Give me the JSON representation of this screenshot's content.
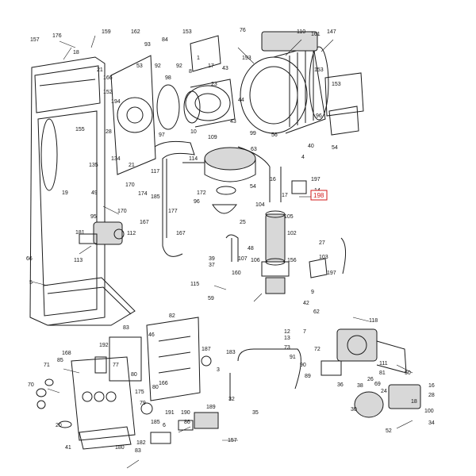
{
  "diagram": {
    "highlight": {
      "label": "198",
      "color": "#d21b1b"
    },
    "callouts": [
      "157",
      "176",
      "18",
      "159",
      "162",
      "93",
      "84",
      "153",
      "76",
      "110",
      "161",
      "147",
      "53",
      "92",
      "92",
      "1",
      "166",
      "193",
      "152",
      "21",
      "43",
      "194",
      "98",
      "8",
      "23",
      "17",
      "99",
      "44",
      "43",
      "153",
      "28",
      "155",
      "97",
      "10",
      "109",
      "56",
      "40",
      "54",
      "135",
      "134",
      "21",
      "117",
      "114",
      "63",
      "4",
      "197",
      "198",
      "16",
      "14",
      "17",
      "49",
      "170",
      "174",
      "185",
      "172",
      "54",
      "104",
      "105",
      "95",
      "170",
      "167",
      "96",
      "177",
      "25",
      "19",
      "181",
      "112",
      "167",
      "102",
      "27",
      "113",
      "48",
      "39",
      "59",
      "156",
      "103",
      "66",
      "5",
      "115",
      "160",
      "37",
      "118",
      "82",
      "46",
      "83",
      "168",
      "192",
      "80",
      "77",
      "187",
      "183",
      "85",
      "70",
      "71",
      "175",
      "79",
      "80",
      "166",
      "191",
      "190",
      "189",
      "86",
      "6",
      "20",
      "182",
      "185",
      "157",
      "41",
      "83",
      "180",
      "3",
      "32",
      "35",
      "30",
      "52",
      "34",
      "100",
      "18",
      "73",
      "12",
      "7",
      "13",
      "91",
      "90",
      "89",
      "81",
      "36",
      "26",
      "38",
      "24",
      "69",
      "50",
      "9",
      "197",
      "42",
      "62",
      "72",
      "111",
      "16",
      "28",
      "107",
      "106",
      "153",
      "96"
    ]
  }
}
